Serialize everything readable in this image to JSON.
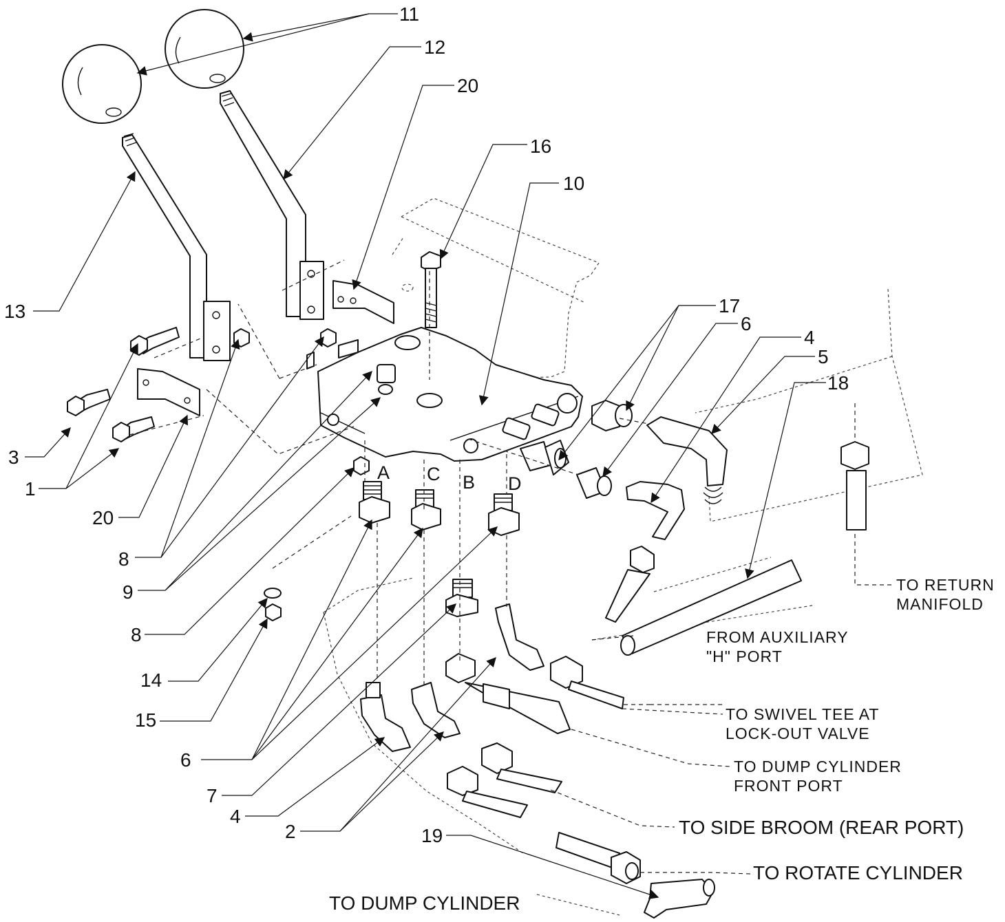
{
  "diagram": {
    "callouts": {
      "c11": "11",
      "c12": "12",
      "c20_top": "20",
      "c16": "16",
      "c10": "10",
      "c13": "13",
      "c17": "17",
      "c6_top": "6",
      "c4_top": "4",
      "c5": "5",
      "c18": "18",
      "c3": "3",
      "c1": "1",
      "c20_bottom": "20",
      "c8_a": "8",
      "c9": "9",
      "c8_b": "8",
      "c14": "14",
      "c15": "15",
      "c6_bottom": "6",
      "c7": "7",
      "c4_bottom": "4",
      "c2": "2",
      "c19": "19"
    },
    "ports": {
      "a": "A",
      "c": "C",
      "b": "B",
      "d": "D"
    },
    "notes": {
      "return_l1": "TO  RETURN",
      "return_l2": "MANIFOLD",
      "aux_l1": "FROM  AUXILIARY",
      "aux_l2": "\"H\"  PORT",
      "swivel_l1": "TO  SWIVEL  TEE  AT",
      "swivel_l2": "LOCK-OUT  VALVE",
      "dump_front_l1": "TO  DUMP  CYLINDER",
      "dump_front_l2": "FRONT  PORT",
      "side_broom": "TO SIDE BROOM (REAR PORT)",
      "rotate": "TO ROTATE CYLINDER",
      "dump": "TO DUMP CYLINDER"
    }
  }
}
